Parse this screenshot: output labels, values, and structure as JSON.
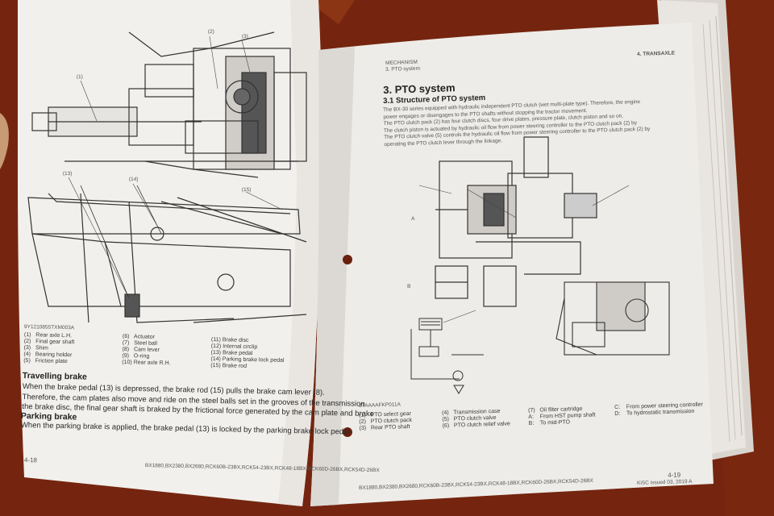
{
  "left_page": {
    "diagram_labels": {
      "c1": "(1)",
      "c2": "(2)",
      "c3": "(3)",
      "c13": "(13)",
      "c14": "(14)",
      "c15": "(15)"
    },
    "figure_code": "9Y1210855TXM003A",
    "legend_col1": [
      "(1)   Rear axle L.H.",
      "(2)   Final gear shaft",
      "(3)   Shim",
      "(4)   Bearing holder",
      "(5)   Friction plate"
    ],
    "legend_col2": [
      "(6)   Actuator",
      "(7)   Steel ball",
      "(8)   Cam lever",
      "(9)   O-ring",
      "(10) Rear axle R.H."
    ],
    "legend_col3": [
      "(11) Brake disc",
      "(12) Internal circlip",
      "(13) Brake pedal",
      "(14) Parking brake lock pedal",
      "(15) Brake rod"
    ],
    "travelling_title": "Travelling brake",
    "travelling_body": [
      "When the brake pedal (13) is depressed, the brake rod (15) pulls the brake cam lever (8).",
      "Therefore, the cam plates also move and ride on the steel balls set in the grooves of the transmission",
      "the brake disc, the final gear shaft is braked by the frictional force generated by the cam plate and brake"
    ],
    "parking_title": "Parking brake",
    "parking_body": "When the parking brake is applied, the brake pedal (13) is locked by the parking brake lock pedal",
    "page_number": "4-18",
    "models": "BX1880,BX2380,BX2680,RCK60B-23BX,RCK54-23BX,RCK48-18BX,RCK60D-26BX,RCK54D-26BX"
  },
  "right_page": {
    "header_left_1": "MECHANISM",
    "header_left_2": "3. PTO system",
    "header_right": "4. TRANSAXLE",
    "section_title": "3. PTO system",
    "subsection_title": "3.1 Structure of PTO system",
    "paragraph": [
      "The BX-30 series equipped with hydraulic independent PTO clutch (wet multi-plate type). Therefore, the engine",
      "power engages or disengages to the PTO shafts without stopping the tractor movement.",
      "The PTO clutch pack (2) has four clutch discs, four drive plates, pressure plate, clutch piston and so on.",
      "The clutch piston is actuated by hydraulic oil flow from power steering controller to the PTO clutch pack (2) by",
      "The PTO clutch valve (5) controls the hydraulic oil flow from power steering controller to the PTO clutch pack (2) by",
      "operating the PTO clutch lever through the linkage."
    ],
    "figure_code": "3TAAAAFKP011A",
    "arrow_a": "A",
    "arrow_b": "B",
    "legend_col1": [
      "(1)   PTO select gear",
      "(2)   PTO clutch pack",
      "(3)   Rear PTO shaft"
    ],
    "legend_col2": [
      "(4)   Transmission case",
      "(5)   PTO clutch valve",
      "(6)   PTO clutch relief valve"
    ],
    "legend_col3": [
      "(7)   Oil filter cartridge",
      "A:    From HST pump shaft",
      "B:    To mid-PTO"
    ],
    "legend_col4": [
      "C:    From power steering controller",
      "D:    To hydrostatic transmission"
    ],
    "page_number": "4-19",
    "models": "BX1880,BX2380,BX2680,RCK60B-23BX,RCK54-23BX,RCK48-18BX,RCK60D-26BX,RCK54D-26BX",
    "issue": "KiSC issued 03, 2019 A"
  },
  "colors": {
    "background": "#6a1f0c",
    "paper": "#f1efec",
    "ink": "#3a3a3a"
  }
}
